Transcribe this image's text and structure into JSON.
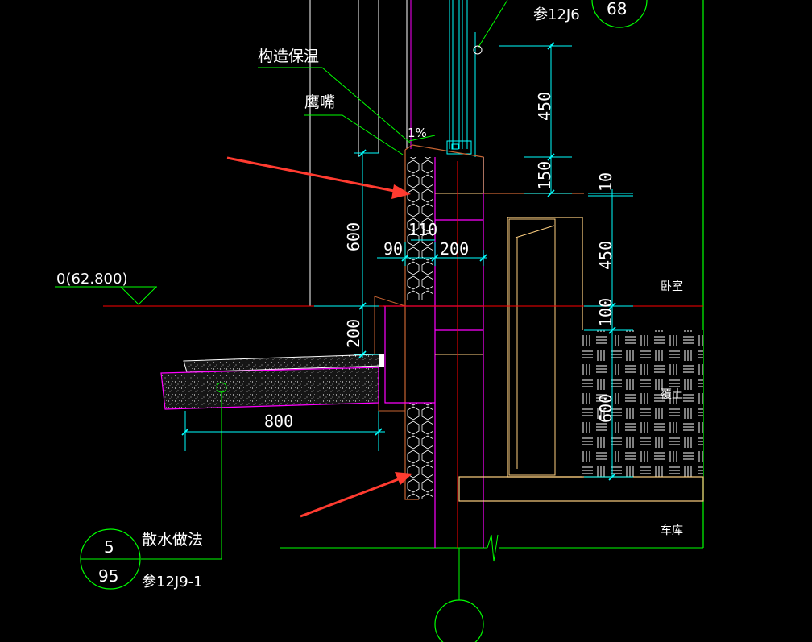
{
  "drawing": {
    "ref_top": "参12J6",
    "callout_top_number": "68",
    "label_insulation": "构造保温",
    "label_drip": "鹰嘴",
    "label_slope": "1%",
    "elevation": "0(62.800)",
    "room_bedroom": "卧室",
    "room_garage": "车库",
    "label_fill": "覆土",
    "apron_title": "散水做法",
    "apron_ref": "参12J9-1",
    "callout_bottom_top": "5",
    "callout_bottom_bottom": "95",
    "dims": {
      "d450_top": "450",
      "d150": "150",
      "d10": "10",
      "d600": "600",
      "d110": "110",
      "d90": "90",
      "d200_h": "200",
      "d450_right": "450",
      "d100": "100",
      "d200_v": "200",
      "d800": "800",
      "d600_right": "600"
    }
  },
  "colors": {
    "background": "#000000",
    "dimension_lines": "#00ffff",
    "leader_lines": "#00ff00",
    "wall_lines": "#ff00ff",
    "arrows": "#ff3b30",
    "ground_line": "#ff0000",
    "structure": "#ffd080",
    "soil": "#ffffff"
  }
}
